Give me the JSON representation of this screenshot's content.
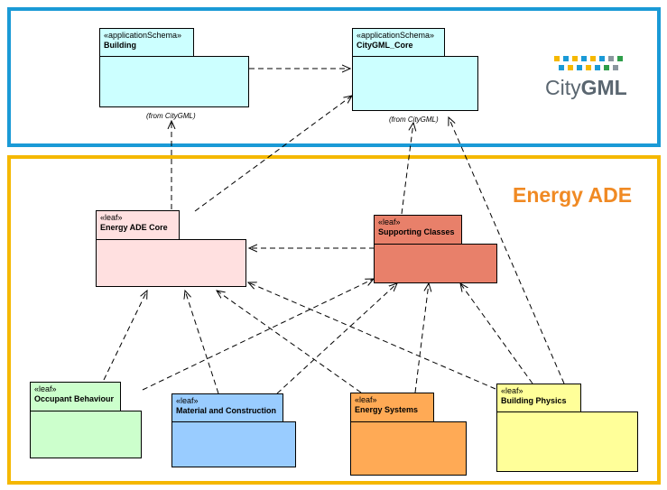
{
  "logo": {
    "word_light": "City",
    "word_bold": "GML"
  },
  "ade_title": "Energy ADE",
  "packages": {
    "building": {
      "stereotype": "«applicationSchema»",
      "name": "Building",
      "from": "(from CityGML)"
    },
    "core": {
      "stereotype": "«applicationSchema»",
      "name": "CityGML_Core",
      "from": "(from CityGML)"
    },
    "energy_core": {
      "stereotype": "«leaf»",
      "name": "Energy ADE Core"
    },
    "supporting": {
      "stereotype": "«leaf»",
      "name": "Supporting Classes"
    },
    "occupant": {
      "stereotype": "«leaf»",
      "name": "Occupant Behaviour"
    },
    "material": {
      "stereotype": "«leaf»",
      "name": "Material and Construction"
    },
    "energy_systems": {
      "stereotype": "«leaf»",
      "name": "Energy Systems"
    },
    "physics": {
      "stereotype": "«leaf»",
      "name": "Building Physics"
    }
  },
  "colors": {
    "citygml_frame": "#1a9ad6",
    "ade_frame": "#f5b800",
    "ade_title": "#f08a24",
    "applicationSchema_fill": "#ccffff",
    "energy_core_fill": "#ffe0e0",
    "supporting_fill": "#e8806a",
    "occupant_fill": "#ccffcc",
    "material_fill": "#99ccff",
    "energy_systems_fill": "#ffaa55",
    "physics_fill": "#ffff99"
  }
}
